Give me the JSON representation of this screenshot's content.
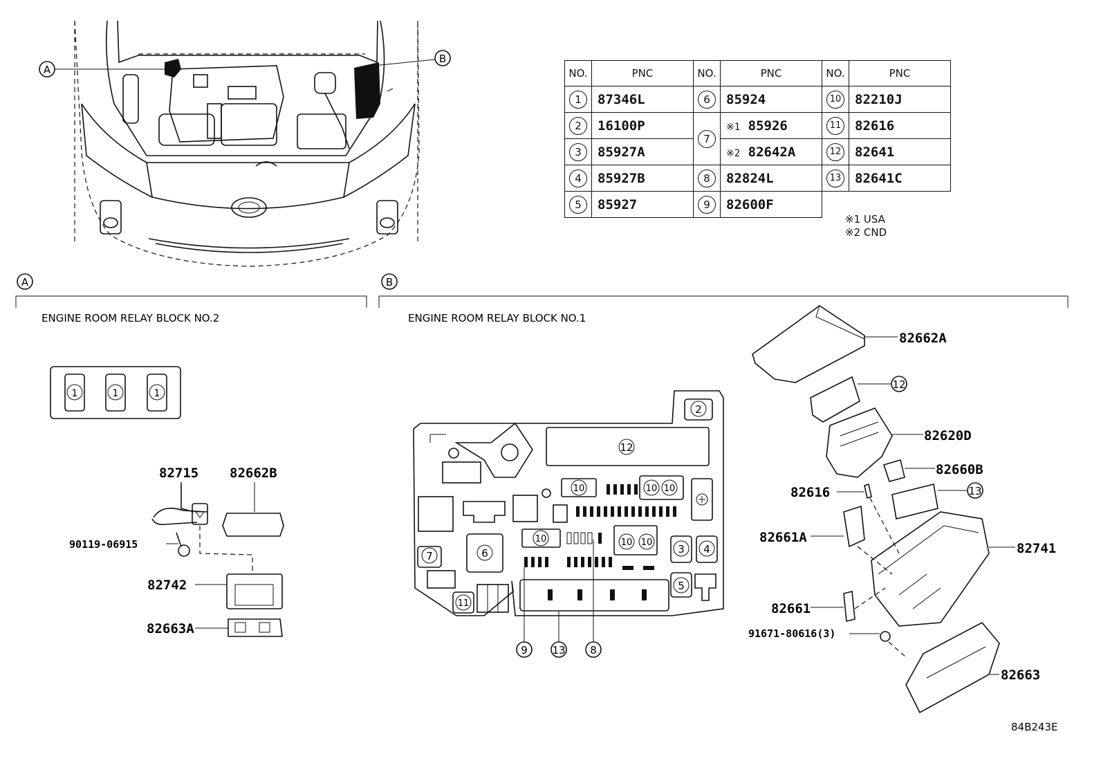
{
  "pnc_table": {
    "headers": [
      "NO.",
      "PNC",
      "NO.",
      "PNC",
      "NO.",
      "PNC"
    ],
    "col1": [
      {
        "no": "1",
        "pnc": "87346L"
      },
      {
        "no": "2",
        "pnc": "16100P"
      },
      {
        "no": "3",
        "pnc": "85927A"
      },
      {
        "no": "4",
        "pnc": "85927B"
      },
      {
        "no": "5",
        "pnc": "85927"
      }
    ],
    "col2": [
      {
        "no": "6",
        "pnc": "85924"
      },
      {
        "no": "7",
        "mark1": "※1",
        "pnc1": "85926",
        "mark2": "※2",
        "pnc2": "82642A"
      },
      {
        "no": "8",
        "pnc": "82824L"
      },
      {
        "no": "9",
        "pnc": "82600F"
      }
    ],
    "col3": [
      {
        "no": "10",
        "pnc": "82210J"
      },
      {
        "no": "11",
        "pnc": "82616"
      },
      {
        "no": "12",
        "pnc": "82641"
      },
      {
        "no": "13",
        "pnc": "82641C"
      }
    ],
    "notes": [
      "※1 USA",
      "※2 CND"
    ]
  },
  "views": {
    "a": {
      "marker": "A",
      "title": "ENGINE ROOM RELAY BLOCK NO.2"
    },
    "b": {
      "marker": "B",
      "title": "ENGINE ROOM RELAY BLOCK NO.1"
    }
  },
  "callouts_top": {
    "a": "A",
    "b": "B"
  },
  "block2": {
    "relay_labels": [
      "1",
      "1",
      "1"
    ],
    "parts": [
      "82715",
      "82662B",
      "90119-06915",
      "82742",
      "82663A"
    ]
  },
  "block1_labels": {
    "fuse_2": "2",
    "fuse_12": "12",
    "fuse_6": "6",
    "fuse_7": "7",
    "fuse_3": "3",
    "fuse_4": "4",
    "fuse_5": "5",
    "fuse_11": "11",
    "fuse_10": "10",
    "bottom_callouts": [
      "9",
      "13",
      "8"
    ]
  },
  "exploded": {
    "parts": [
      "82662A",
      "82620D",
      "82660B",
      "82616",
      "82661A",
      "82741",
      "82661",
      "91671-80616(3)",
      "82663"
    ],
    "circled": [
      "12",
      "13"
    ]
  },
  "diagram_id": "84B243E"
}
